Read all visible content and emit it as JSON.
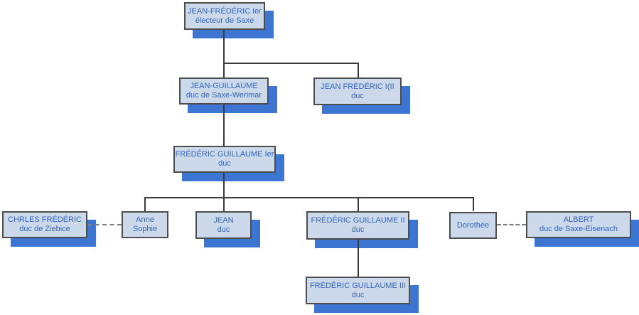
{
  "diagram": {
    "type": "family-tree",
    "background_color": "#ffffff",
    "colors": {
      "box_fill": "#ccd9ea",
      "box_border": "#4d4d4d",
      "box_text": "#3365bd",
      "box_shadow": "#3c76d2",
      "solid_line": "#3a3a3a",
      "dashed_line": "#7d7d7d"
    },
    "nodes": {
      "jean_frederic_ier": {
        "name": "JEAN-FRÉDÉRIC Ier",
        "title": "électeur de Saxe"
      },
      "jean_guillaume": {
        "name": "JEAN-GUILLAUME",
        "title": "duc de Saxe-Werimar"
      },
      "jean_frederic_i_ii": {
        "name": "JEAN FRÉDÉRIC I(II",
        "title": "duc"
      },
      "frederic_guillaume_ier": {
        "name": "FRÉDÉRIC GUILLAUME Ier",
        "title": "duc"
      },
      "chrles_frederic": {
        "name": "CHRLES FRÉDÉRIC",
        "title": "duc de Ziebice"
      },
      "anne_sophie": {
        "name": "Anne",
        "title": "Sophie"
      },
      "jean": {
        "name": "JEAN",
        "title": "duc"
      },
      "frederic_guillaume_ii": {
        "name": "FRÉDÉRIC GUILLAUME II",
        "title": "duc"
      },
      "dorothee": {
        "name": "Dorothée"
      },
      "albert": {
        "name": "ALBERT",
        "title": "duc de Saxe-Eisenach"
      },
      "frederic_guillaume_iii": {
        "name": "FRÉDÉRIC GUILLAUME III",
        "title": "duc"
      }
    },
    "edges": {
      "parent_child": [
        [
          "jean_frederic_ier",
          "jean_guillaume"
        ],
        [
          "jean_frederic_ier",
          "jean_frederic_i_ii"
        ],
        [
          "jean_guillaume",
          "frederic_guillaume_ier"
        ],
        [
          "frederic_guillaume_ier",
          "anne_sophie"
        ],
        [
          "frederic_guillaume_ier",
          "jean"
        ],
        [
          "frederic_guillaume_ier",
          "frederic_guillaume_ii"
        ],
        [
          "frederic_guillaume_ier",
          "dorothee"
        ],
        [
          "frederic_guillaume_ii",
          "frederic_guillaume_iii"
        ]
      ],
      "marriage_dashed": [
        [
          "chrles_frederic",
          "anne_sophie"
        ],
        [
          "dorothee",
          "albert"
        ]
      ]
    }
  }
}
